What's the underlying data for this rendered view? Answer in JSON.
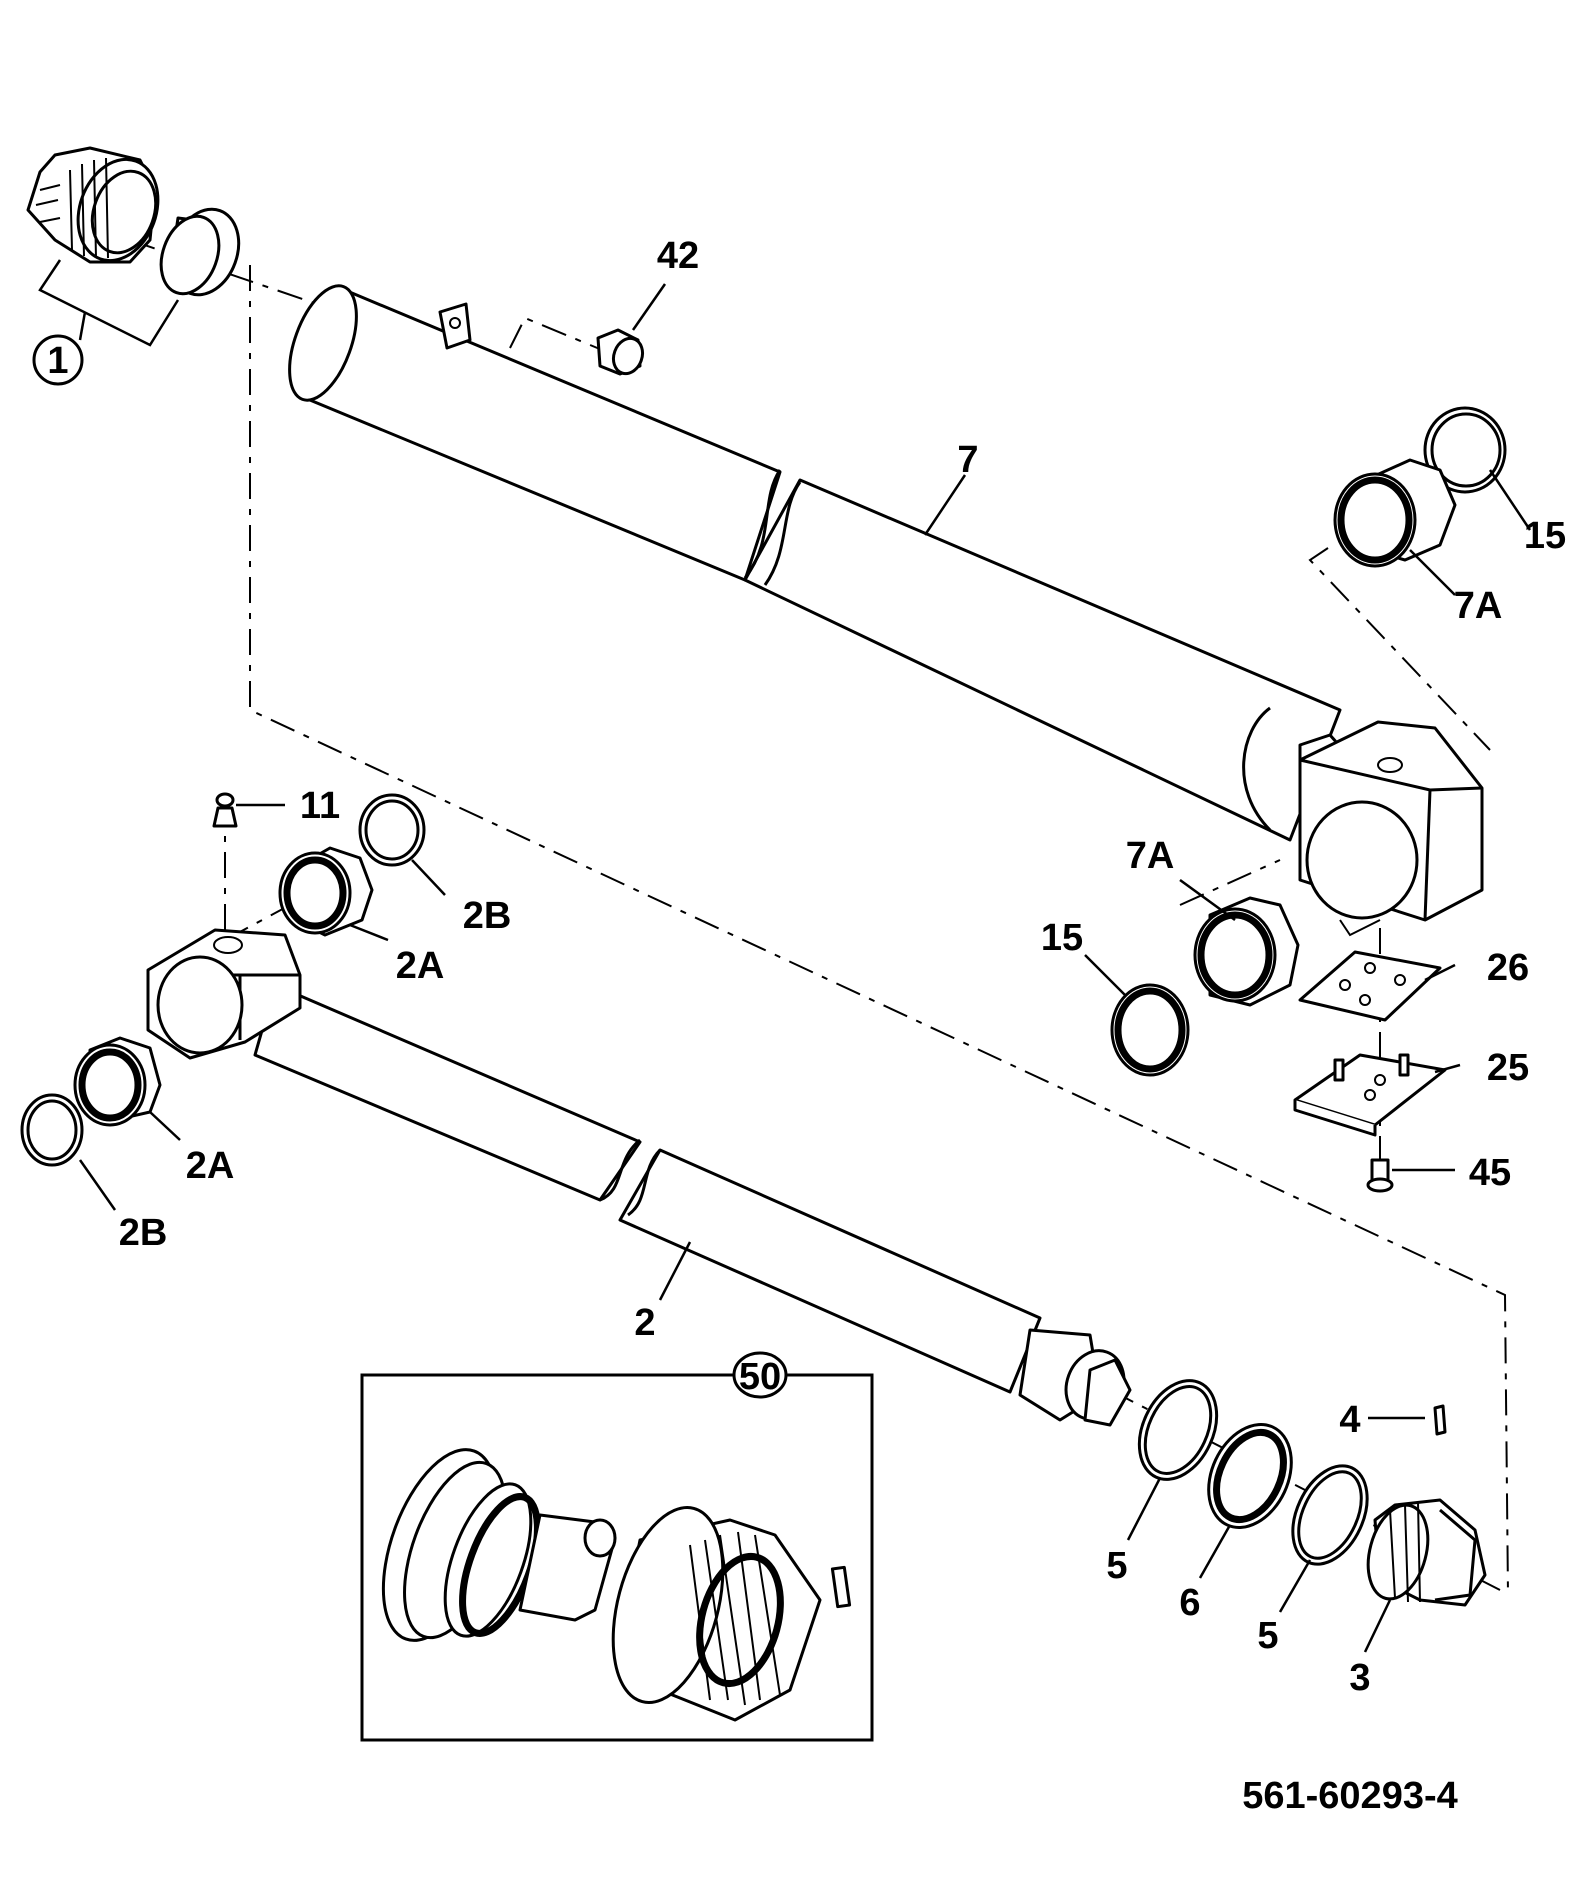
{
  "drawing_number": "561-60293-4",
  "callouts": {
    "c1": "1",
    "c42": "42",
    "c7": "7",
    "c15_top": "15",
    "c7a_top": "7A",
    "c11": "11",
    "c2b_top": "2B",
    "c2a_top": "2A",
    "c7a_mid": "7A",
    "c15_mid": "15",
    "c26": "26",
    "c25": "25",
    "c45": "45",
    "c2a_bot": "2A",
    "c2b_bot": "2B",
    "c2": "2",
    "c50": "50",
    "c4": "4",
    "c5_left": "5",
    "c6": "6",
    "c5_right": "5",
    "c3": "3"
  }
}
